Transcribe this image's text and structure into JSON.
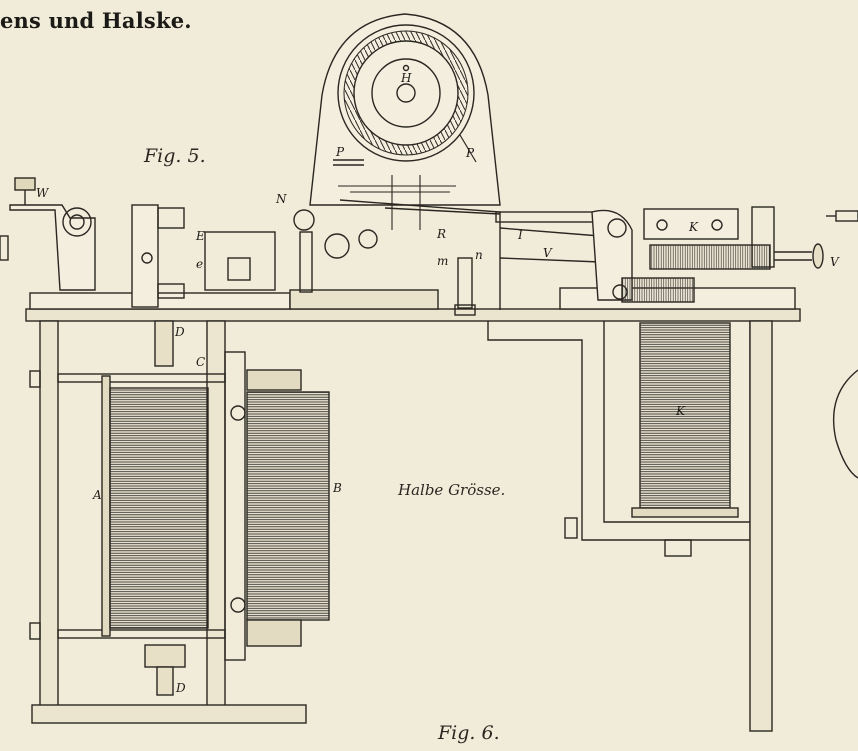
{
  "header": {
    "title": "ens und Halske."
  },
  "figures": {
    "fig5": "Fig. 5.",
    "fig6": "Fig. 6."
  },
  "annotation": {
    "scale": "Halbe Grösse."
  },
  "part_labels": {
    "H": "H",
    "P_left": "P",
    "P_right": "P",
    "N": "N",
    "W": "W",
    "E": "E",
    "e": "e",
    "R": "R",
    "I": "I",
    "V_arm": "V",
    "m": "m",
    "n": "n",
    "K_top": "K",
    "V_right": "V",
    "D_top": "D",
    "C": "C",
    "A": "A",
    "B": "B",
    "K_coil": "K",
    "D_bottom": "D"
  },
  "colors": {
    "paper": "#f1ecd9",
    "ink": "#2a2722"
  }
}
